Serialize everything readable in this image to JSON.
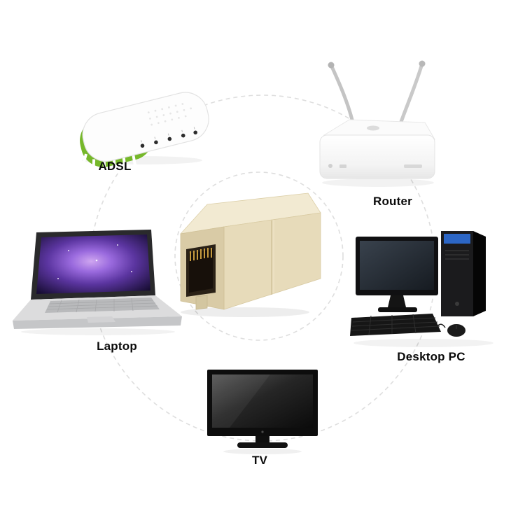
{
  "labels": {
    "adsl": "ADSL",
    "router": "Router",
    "laptop": "Laptop",
    "desktop_pc": "Desktop PC",
    "tv": "TV"
  },
  "colors": {
    "background": "#ffffff",
    "dashed_circle": "#dedede",
    "label_text": "#0a0a0a",
    "coupler_beige_front": "#e7dbba",
    "coupler_beige_top": "#f2ead2",
    "coupler_beige_side": "#d9cba6",
    "coupler_port_dark": "#2a2116",
    "coupler_pins_gold": "#c59a3f",
    "modem_green": "#76b82a",
    "laptop_screen_purple": "#8b5cd6",
    "pc_accent_blue": "#2f6fd8"
  }
}
